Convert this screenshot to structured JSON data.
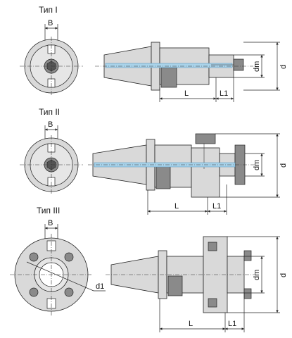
{
  "types": [
    {
      "title": "Тип I",
      "dims": {
        "b": "B",
        "l": "L",
        "l1": "L1",
        "dm": "dm",
        "d": "d"
      }
    },
    {
      "title": "Тип  II",
      "dims": {
        "b": "B",
        "l": "L",
        "l1": "L1",
        "dm": "dm",
        "d": "d"
      }
    },
    {
      "title": "Тип  III",
      "dims": {
        "b": "B",
        "l": "L",
        "l1": "L1",
        "dm": "dm",
        "d": "d",
        "d1": "d1"
      }
    }
  ]
}
